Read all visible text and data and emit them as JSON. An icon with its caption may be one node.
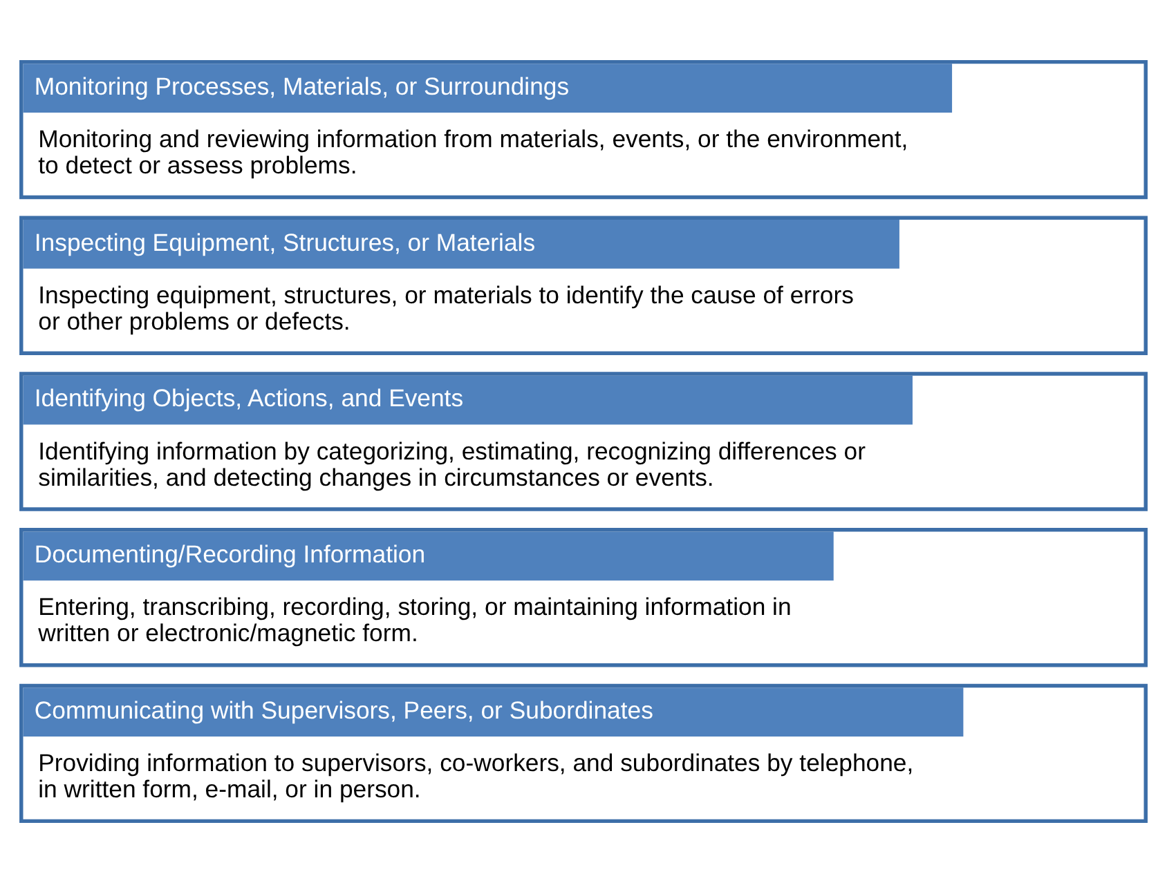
{
  "diagram": {
    "nodes": [
      {
        "text": [
          "Monitoring Processes, Materials, or Surroundings",
          "Monitoring and reviewing information from materials, events, or the environment, to detect or assess problems."
        ]
      },
      {
        "text": [
          "Inspecting Equipment, Structures, or Materials",
          "Inspecting equipment, structures, or materials to identify the cause of errors or other problems or defects."
        ]
      },
      {
        "text": [
          "Identifying Objects, Actions, and Events",
          "Identifying information by categorizing, estimating, recognizing differences or similarities, and detecting changes in circumstances or events."
        ]
      },
      {
        "text": [
          "Documenting/Recording Information",
          "Entering, transcribing, recording, storing, or maintaining information in written or electronic/magnetic form."
        ]
      },
      {
        "text": [
          "Communicating with Supervisors, Peers, or Subordinates",
          "Providing information to supervisors, co-workers, and subordinates by telephone, in written form, e-mail, or in person."
        ]
      }
    ]
  }
}
